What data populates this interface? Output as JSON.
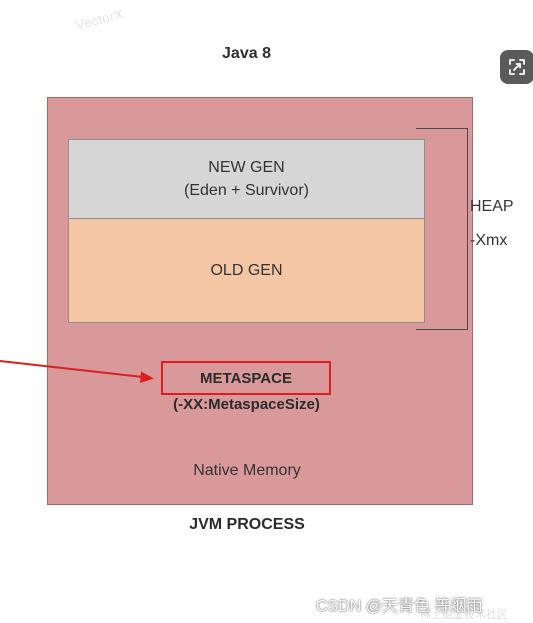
{
  "watermark_top": "VectorX",
  "title": "Java 8",
  "expand_button": {
    "icon": "expand-icon"
  },
  "diagram": {
    "new_gen": {
      "line1": "NEW GEN",
      "line2": "(Eden + Survivor)"
    },
    "old_gen": "OLD GEN",
    "heap": {
      "line1": "HEAP",
      "line2": "-Xmx"
    },
    "metaspace": {
      "label": "METASPACE",
      "option": "(-XX:MetaspaceSize)"
    },
    "native_memory": "Native Memory",
    "process_label": "JVM PROCESS"
  },
  "colors": {
    "jvm_process": "#d9999a",
    "new_gen": "#d6d6d6",
    "old_gen": "#f5c6a3",
    "highlight": "#d82020"
  },
  "watermark_bottom": "CSDN @天青色 等烟雨",
  "watermark_bottom_faint": "稀土掘金技术社区"
}
